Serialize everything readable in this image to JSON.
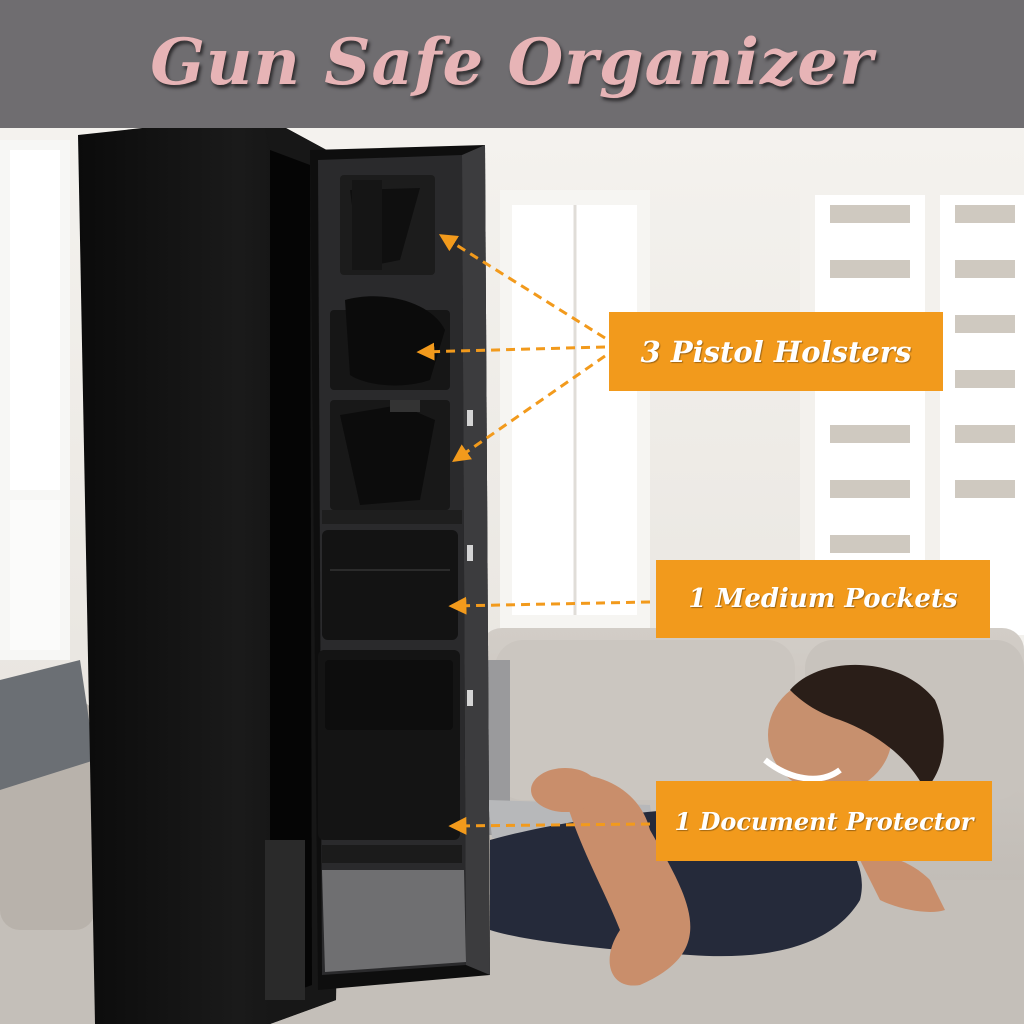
{
  "title": "Gun Safe Organizer",
  "callouts": {
    "holsters": "3 Pistol Holsters",
    "pockets": "1 Medium Pockets",
    "document": "1 Document Protector"
  },
  "colors": {
    "title_bar": "#6f6d70",
    "title_text": "#e7b4b6",
    "callout_bg": "#f29a1c",
    "arrow": "#f29a1c",
    "safe_body": "#121212"
  }
}
